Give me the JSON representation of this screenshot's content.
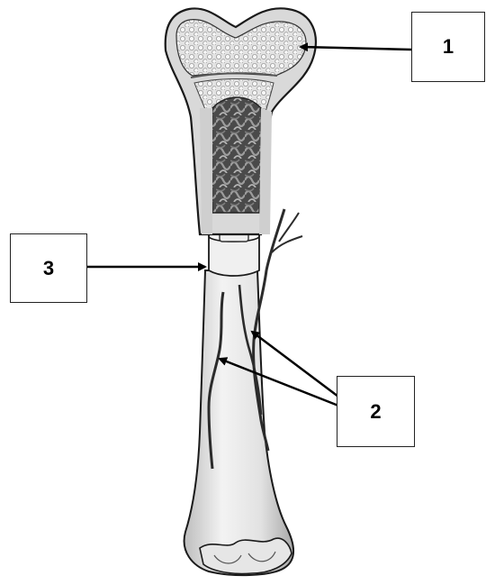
{
  "diagram": {
    "labels": {
      "one": "1",
      "two": "2",
      "three": "3"
    },
    "colors": {
      "outline": "#1a1a1a",
      "bone_light": "#ececec",
      "bone_mid": "#c9c9c9",
      "spongy": "#d8d8d8",
      "marrow_dark": "#3a3a3a",
      "vessel": "#2b2b2b",
      "arrow": "#000000"
    }
  }
}
